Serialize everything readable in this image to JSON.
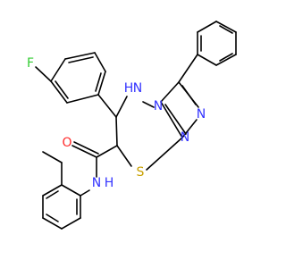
{
  "molecule": {
    "colors": {
      "bond": "#000000",
      "carbon": "#000000",
      "nitrogen": "#3333ff",
      "oxygen": "#ff2a2a",
      "sulfur": "#c8a000",
      "fluorine": "#33cc33"
    },
    "atom_labels": {
      "fluorine": "F",
      "nh_ring": "H",
      "nh_ring_n": "N",
      "n_bridge": "N",
      "n_triazole_1": "N",
      "n_triazole_2": "N",
      "sulfur": "S",
      "oxygen": "O",
      "nh_amide": "H",
      "nh_amide_n": "N"
    }
  }
}
